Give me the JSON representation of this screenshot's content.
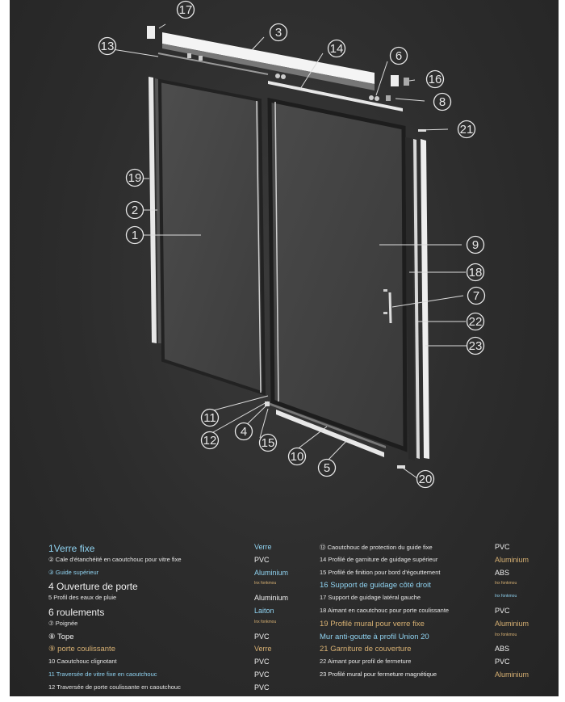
{
  "callouts": [
    "17",
    "3",
    "13",
    "14",
    "6",
    "16",
    "8",
    "21",
    "19",
    "2",
    "1",
    "9",
    "18",
    "7",
    "22",
    "23",
    "11",
    "12",
    "4",
    "15",
    "10",
    "5",
    "20"
  ],
  "parts_left": [
    {
      "name": "1Verre fixe",
      "material": "Verre",
      "name_color": "#8fd2f0",
      "material_color": "#8fd2f0",
      "size": "big"
    },
    {
      "name": "② Cale d'étanchéité en caoutchouc pour vitre fixe",
      "material": "PVC",
      "name_color": "#e6e6e6",
      "material_color": "#f0f0f0",
      "size": "sm"
    },
    {
      "name": "③ Guide supérieur",
      "material": "Aluminium",
      "name_color": "#8fd2f0",
      "material_color": "#8fd2f0",
      "size": "sm"
    },
    {
      "name": "4 Ouverture de porte",
      "material": "Inx fonkmou",
      "name_color": "#f0f0f0",
      "material_color": "#d8b173",
      "size": "big"
    },
    {
      "name": "5 Profil des eaux de pluie",
      "material": "Aluminium",
      "name_color": "#e6e6e6",
      "material_color": "#f0f0f0",
      "size": "sm"
    },
    {
      "name": "6 roulements",
      "material": "Laiton",
      "name_color": "#f0f0f0",
      "material_color": "#8fd2f0",
      "size": "big"
    },
    {
      "name": "⑦ Poignée",
      "material": "Inx fonkmou",
      "name_color": "#e6e6e6",
      "material_color": "#d8b173",
      "size": "sm"
    },
    {
      "name": "⑧ Tope",
      "material": "PVC",
      "name_color": "#f0f0f0",
      "material_color": "#f0f0f0",
      "size": "mid"
    },
    {
      "name": "⑨ porte coulissante",
      "material": "Verre",
      "name_color": "#d8b173",
      "material_color": "#d8b173",
      "size": "mid"
    },
    {
      "name": "10 Caoutchouc clignotant",
      "material": "PVC",
      "name_color": "#e6e6e6",
      "material_color": "#f0f0f0",
      "size": "sm"
    },
    {
      "name": "11 Traversée de vitre fixe en caoutchouc",
      "material": "PVC",
      "name_color": "#8fd2f0",
      "material_color": "#f0f0f0",
      "size": "sm"
    },
    {
      "name": "12 Traversée de porte coulissante en caoutchouc",
      "material": "PVC",
      "name_color": "#e6e6e6",
      "material_color": "#f0f0f0",
      "size": "sm"
    }
  ],
  "parts_right": [
    {
      "name": "⑬ Caoutchouc de protection du guide fixe",
      "material": "PVC",
      "name_color": "#e6e6e6",
      "material_color": "#f0f0f0",
      "size": "sm"
    },
    {
      "name": "14 Profilé de garniture de guidage supérieur",
      "material": "Aluminium",
      "name_color": "#e6e6e6",
      "material_color": "#d8b173",
      "size": "sm"
    },
    {
      "name": "15 Profilé de finition pour bord d'égouttement",
      "material": "ABS",
      "name_color": "#e6e6e6",
      "material_color": "#f0f0f0",
      "size": "sm"
    },
    {
      "name": "16 Support de guidage côté droit",
      "material": "Inx fonkmou",
      "name_color": "#8fd2f0",
      "material_color": "#d8b173",
      "size": "mid"
    },
    {
      "name": "17 Support de guidage latéral gauche",
      "material": "Inx fonkmou",
      "name_color": "#e6e6e6",
      "material_color": "#8fd2f0",
      "size": "sm"
    },
    {
      "name": "18 Aimant en caoutchouc pour porte coulissante",
      "material": "PVC",
      "name_color": "#e6e6e6",
      "material_color": "#f0f0f0",
      "size": "sm"
    },
    {
      "name": "19 Profilé mural pour verre fixe",
      "material": "Aluminium",
      "name_color": "#d8b173",
      "material_color": "#d8b173",
      "size": "mid"
    },
    {
      "name": "Mur anti-goutte à profil Union 20",
      "material": "Inx fonkmou",
      "name_color": "#8fd2f0",
      "material_color": "#d8b173",
      "size": "mid"
    },
    {
      "name": "21 Garniture de couverture",
      "material": "ABS",
      "name_color": "#d8b173",
      "material_color": "#f0f0f0",
      "size": "mid"
    },
    {
      "name": "22 Aimant pour profil de fermeture",
      "material": "PVC",
      "name_color": "#e6e6e6",
      "material_color": "#f0f0f0",
      "size": "sm"
    },
    {
      "name": "23 Profilé mural pour fermeture magnétique",
      "material": "Aluminium",
      "name_color": "#f0f0f0",
      "material_color": "#d8b173",
      "size": "sm"
    }
  ]
}
